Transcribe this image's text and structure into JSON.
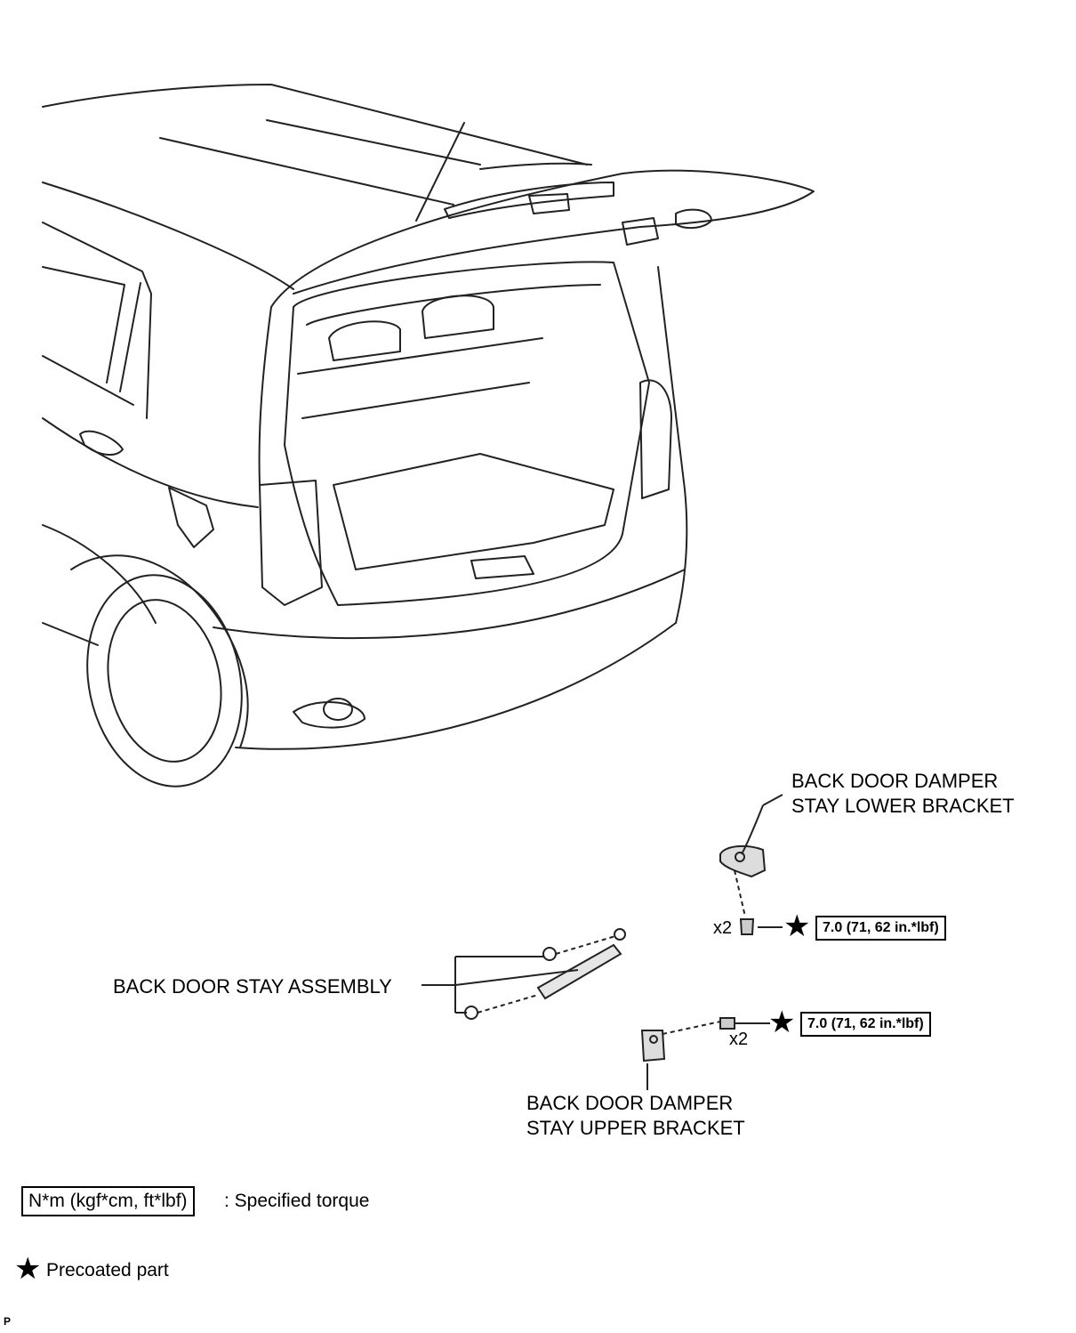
{
  "labels": {
    "lower_bracket_line1": "BACK DOOR DAMPER",
    "lower_bracket_line2": "STAY LOWER BRACKET",
    "upper_bracket_line1": "BACK DOOR DAMPER",
    "upper_bracket_line2": "STAY UPPER BRACKET",
    "stay_assembly": "BACK DOOR STAY ASSEMBLY"
  },
  "fasteners": {
    "lower_qty": "x2",
    "lower_torque": "7.0 (71, 62 in.*lbf)",
    "upper_qty": "x2",
    "upper_torque": "7.0 (71, 62 in.*lbf)"
  },
  "legend": {
    "torque_units": "N*m (kgf*cm, ft*lbf)",
    "torque_desc": ": Specified torque",
    "precoated_desc": "Precoated part"
  },
  "footer": {
    "code": "P"
  },
  "icons": {
    "precoat": "star-icon"
  }
}
